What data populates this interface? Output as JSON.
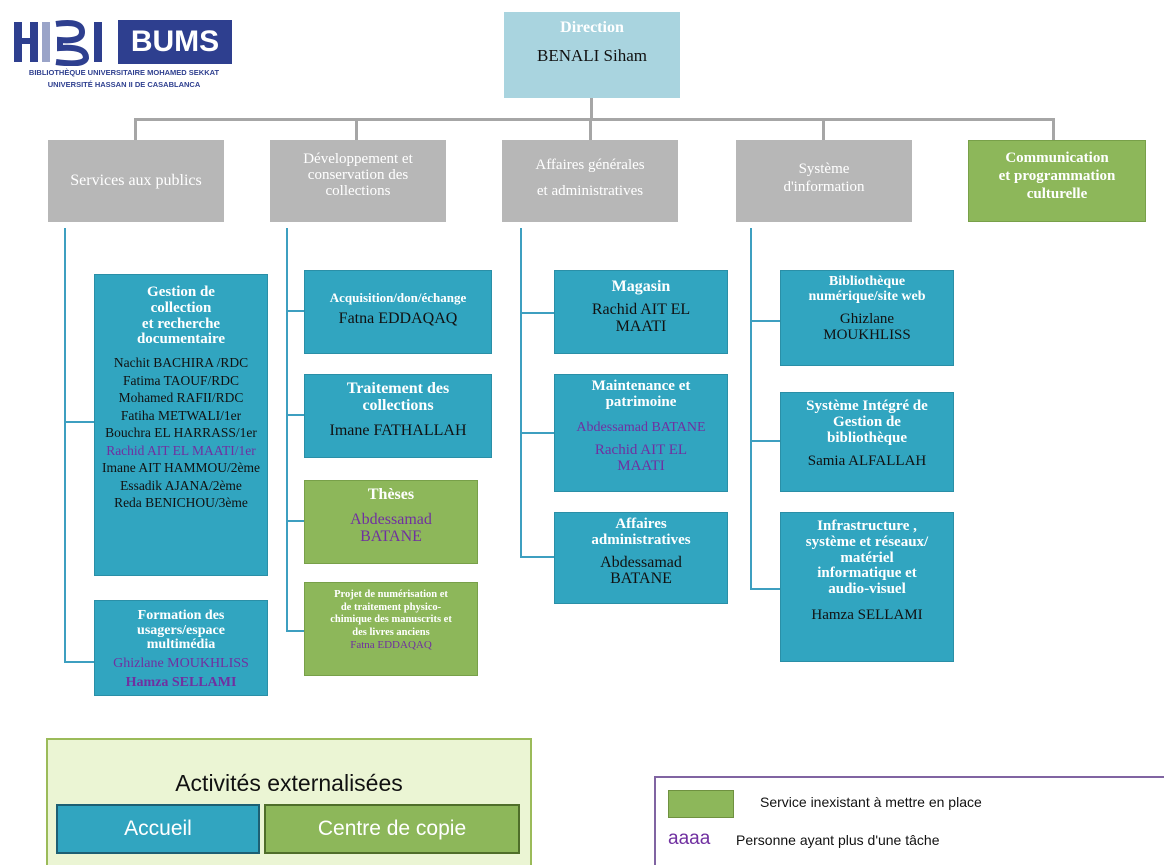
{
  "logo": {
    "acronym": "BUMS",
    "line1": "BIBLIOTHÈQUE UNIVERSITAIRE MOHAMED SEKKAT",
    "line2": "UNIVERSITÉ HASSAN II DE CASABLANCA"
  },
  "direction": {
    "title": "Direction",
    "name": "BENALI Siham"
  },
  "departments": {
    "services": "Services aux publics",
    "developpement": [
      "Développement et",
      "conservation des",
      "collections"
    ],
    "affaires": [
      "Affaires générales",
      "et administratives"
    ],
    "systeme": [
      "Système",
      "d'information"
    ],
    "communication": [
      "Communication",
      "et programmation",
      "culturelle"
    ]
  },
  "units": {
    "gestion": {
      "title": [
        "Gestion de",
        "collection",
        "et recherche",
        "documentaire"
      ],
      "people": [
        {
          "name": "Nachit BACHIRA /RDC",
          "multi": false
        },
        {
          "name": "Fatima TAOUF/RDC",
          "multi": false
        },
        {
          "name": "Mohamed RAFII/RDC",
          "multi": false
        },
        {
          "name": "Fatiha METWALI/1er",
          "multi": false
        },
        {
          "name": "Bouchra EL HARRASS/1er",
          "multi": false
        },
        {
          "name": "Rachid AIT EL MAATI/1er",
          "multi": true
        },
        {
          "name": "Imane AIT HAMMOU/2ème",
          "multi": false
        },
        {
          "name": "Essadik AJANA/2ème",
          "multi": false
        },
        {
          "name": "Reda BENICHOU/3ème",
          "multi": false
        }
      ]
    },
    "formation": {
      "title": [
        "Formation des",
        "usagers/espace",
        "multimédia"
      ],
      "person1": "Ghizlane MOUKHLISS",
      "person2": "Hamza SELLAMI"
    },
    "acquisition": {
      "title": "Acquisition/don/échange",
      "name": "Fatna EDDAQAQ"
    },
    "traitement": {
      "title": [
        "Traitement des",
        "collections"
      ],
      "name": "Imane FATHALLAH"
    },
    "theses": {
      "title": "Thèses",
      "name": [
        "Abdessamad",
        "BATANE"
      ]
    },
    "projet": {
      "title": [
        "Projet de numérisation et",
        "de traitement physico-",
        "chimique des manuscrits et",
        "des livres anciens"
      ],
      "name": "Fatna EDDAQAQ"
    },
    "magasin": {
      "title": "Magasin",
      "name": [
        "Rachid AIT EL",
        "MAATI"
      ]
    },
    "maintenance": {
      "title": [
        "Maintenance et",
        "patrimoine"
      ],
      "person1": "Abdessamad BATANE",
      "person2": [
        "Rachid AIT EL",
        "MAATI"
      ]
    },
    "affadmin": {
      "title": [
        "Affaires",
        "administratives"
      ],
      "name": [
        "Abdessamad",
        "BATANE"
      ]
    },
    "biblio": {
      "title": [
        "Bibliothèque",
        "numérique/site web"
      ],
      "name": [
        "Ghizlane",
        "MOUKHLISS"
      ]
    },
    "sigb": {
      "title": [
        "Système Intégré de",
        "Gestion de",
        "bibliothèque"
      ],
      "name": "Samia ALFALLAH"
    },
    "infra": {
      "title": [
        "Infrastructure ,",
        "système et réseaux/",
        "matériel",
        "informatique et",
        "audio-visuel"
      ],
      "name": "Hamza SELLAMI"
    }
  },
  "externalized": {
    "title": "Activités externalisées",
    "items": [
      "Accueil",
      "Centre de copie"
    ]
  },
  "legend": {
    "swatch_label": "Service inexistant à mettre en place",
    "sample_text": "aaaa",
    "multi_label": "Personne ayant plus d'une tâche"
  },
  "colors": {
    "teal": "#31a5c0",
    "gray": "#b7b7b7",
    "green": "#8db75a",
    "purple": "#7030a0",
    "light_blue": "#a9d4df"
  }
}
